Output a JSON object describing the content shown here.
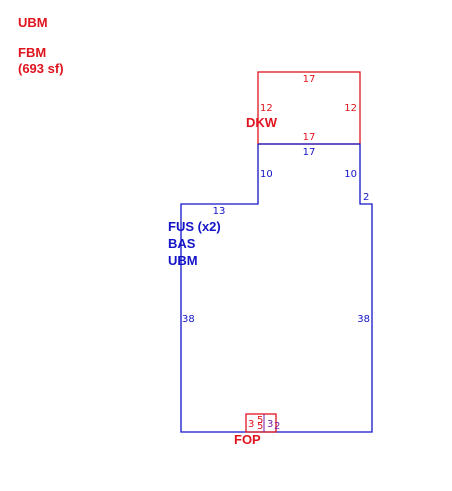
{
  "legend": {
    "line1": "UBM",
    "line2": "FBM",
    "line3": "(693 sf)"
  },
  "colors": {
    "red": "#e0141e",
    "blue": "#1414c8",
    "purple": "#7a1ea8"
  },
  "areas": {
    "dkw": {
      "label": "DKW",
      "dims": {
        "top": "17",
        "left": "12",
        "right": "12",
        "bottom": "17"
      }
    },
    "main": {
      "labels": [
        "FUS (x2)",
        "BAS",
        "UBM"
      ],
      "dims": {
        "top": "17",
        "left_upper": "10",
        "right_upper": "10",
        "step_right": "2",
        "step_left": "13",
        "left": "38",
        "right": "38"
      }
    },
    "fop": {
      "label": "FOP",
      "dims": {
        "d1": "3",
        "d2": "5",
        "d3": "5",
        "d4": "3",
        "d5": "2"
      }
    }
  }
}
